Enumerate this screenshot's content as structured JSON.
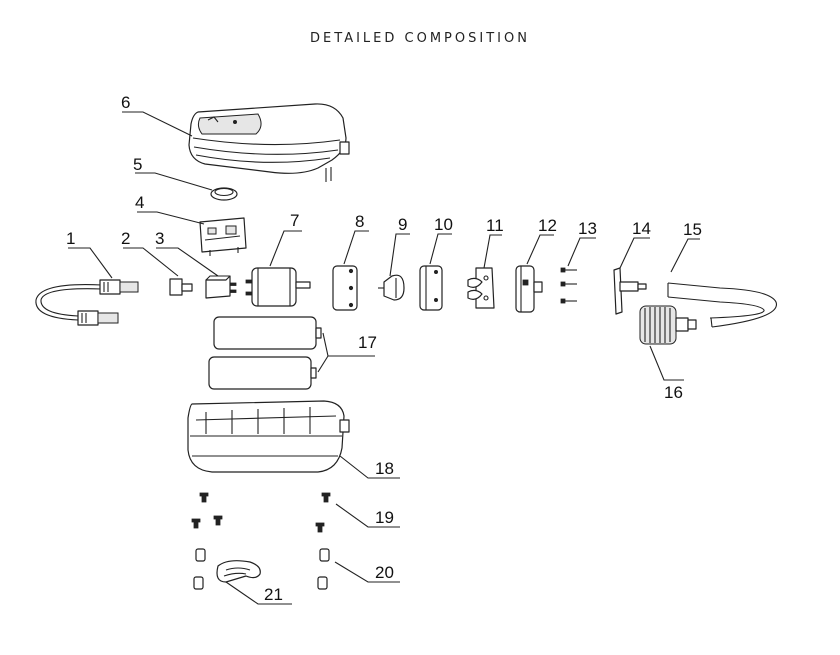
{
  "title": "DETAILED COMPOSITION",
  "callouts": [
    "1",
    "2",
    "3",
    "4",
    "5",
    "6",
    "7",
    "8",
    "9",
    "10",
    "11",
    "12",
    "13",
    "14",
    "15",
    "16",
    "17",
    "18",
    "19",
    "20",
    "21"
  ]
}
